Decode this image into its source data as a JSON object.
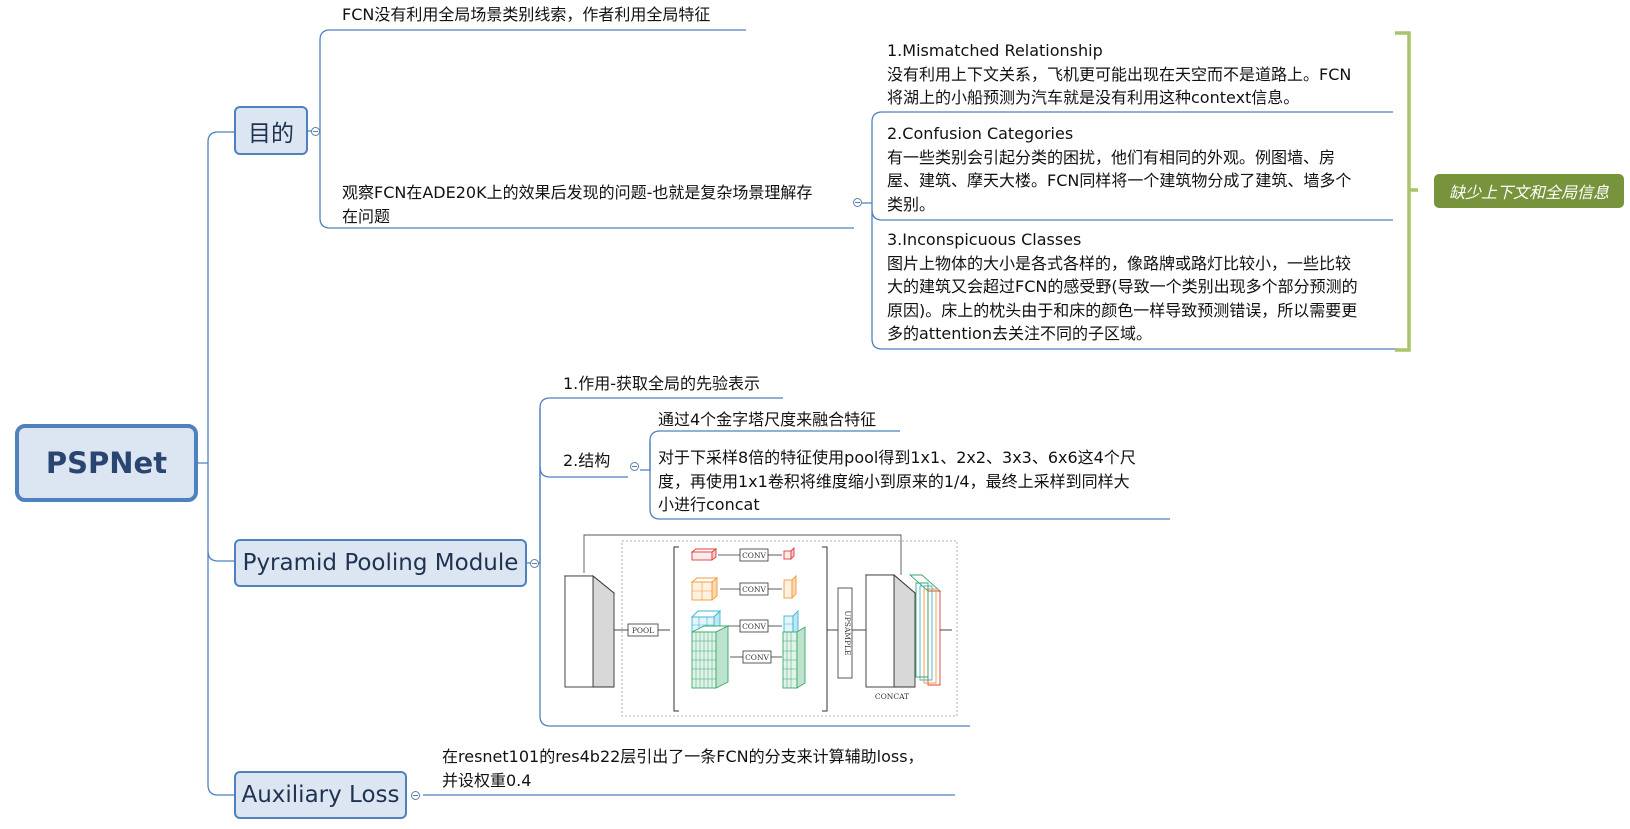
{
  "root": {
    "label": "PSPNet"
  },
  "branches": [
    {
      "label": "目的",
      "children": [
        {
          "text": "FCN没有利用全局场景类别线索，作者利用全局特征"
        },
        {
          "lines": [
            "观察FCN在ADE20K上的效果后发现的问题-也就是复杂场景理解存",
            "在问题"
          ],
          "children": [
            {
              "title": "1.Mismatched Relationship",
              "lines": [
                "没有利用上下文关系，飞机更可能出现在天空而不是道路上。FCN",
                "将湖上的小船预测为汽车就是没有利用这种context信息。"
              ]
            },
            {
              "title": "2.Confusion Categories",
              "lines": [
                "有一些类别会引起分类的困扰，他们有相同的外观。例图墙、房",
                "屋、建筑、摩天大楼。FCN同样将一个建筑物分成了建筑、墙多个",
                "类别。"
              ]
            },
            {
              "title": "3.Inconspicuous Classes",
              "lines": [
                "图片上物体的大小是各式各样的，像路牌或路灯比较小，一些比较",
                "大的建筑又会超过FCN的感受野(导致一个类别出现多个部分预测的",
                "原因)。床上的枕头由于和床的颜色一样导致预测错误，所以需要更",
                "多的attention去关注不同的子区域。"
              ]
            }
          ],
          "summary": "缺少上下文和全局信息"
        }
      ]
    },
    {
      "label": "Pyramid Pooling Module",
      "children": [
        {
          "text": "1.作用-获取全局的先验表示"
        },
        {
          "text": "2.结构",
          "children": [
            {
              "text": "通过4个金字塔尺度来融合特征"
            },
            {
              "lines": [
                "对于下采样8倍的特征使用pool得到1x1、2x2、3x3、6x6这4个尺",
                "度，再使用1x1卷积将维度缩小到原来的1/4，最终上采样到同样大",
                "小进行concat"
              ]
            }
          ]
        }
      ],
      "figure": {
        "pool": "POOL",
        "conv": "CONV",
        "upsample": "UPSAMPLE",
        "concat": "CONCAT"
      }
    },
    {
      "label": "Auxiliary Loss",
      "children": [
        {
          "lines": [
            "在resnet101的res4b22层引出了一条FCN的分支来计算辅助loss，",
            "并设权重0.4"
          ]
        }
      ]
    }
  ],
  "colors": {
    "line": "#4f81bd",
    "node_fill": "#dce6f3",
    "summary_fill": "#77933c",
    "bracket": "#a9c46c"
  }
}
